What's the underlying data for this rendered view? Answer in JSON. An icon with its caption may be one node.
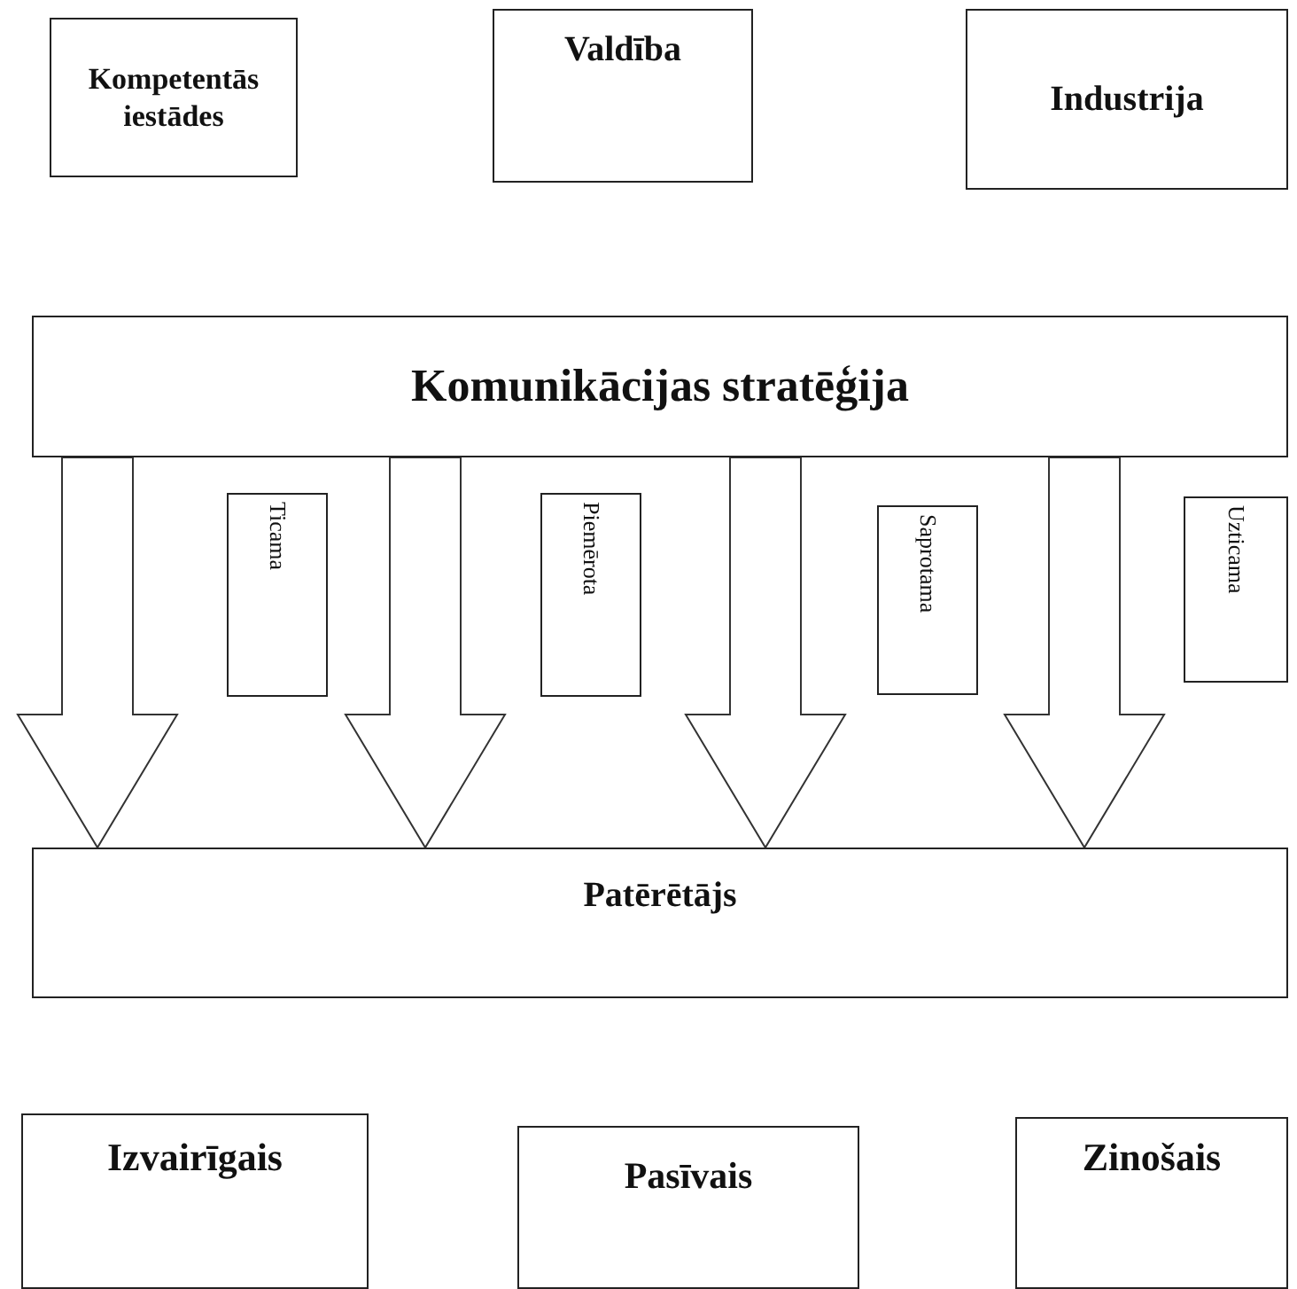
{
  "diagram": {
    "nodes": [
      {
        "text": [
          "Kompetentās iestādes"
        ]
      },
      {
        "text": [
          "Valdība"
        ]
      },
      {
        "text": [
          "Industrija"
        ]
      },
      {
        "text": [
          "Komunikācijas stratēģija"
        ]
      },
      {
        "text": [
          "Ticama"
        ]
      },
      {
        "text": [
          "Piemērota"
        ]
      },
      {
        "text": [
          "Saprotama"
        ]
      },
      {
        "text": [
          "Uzticama"
        ]
      },
      {
        "text": [
          "Patērētājs"
        ]
      },
      {
        "text": [
          "Izvairīgais"
        ]
      },
      {
        "text": [
          "Pasīvais"
        ]
      },
      {
        "text": [
          "Zinošais"
        ]
      }
    ],
    "edges": [
      {
        "from": 3,
        "to": 8,
        "arrow": "to"
      },
      {
        "from": 3,
        "to": 8,
        "arrow": "to"
      },
      {
        "from": 3,
        "to": 8,
        "arrow": "to"
      },
      {
        "from": 3,
        "to": 8,
        "arrow": "to"
      }
    ]
  }
}
